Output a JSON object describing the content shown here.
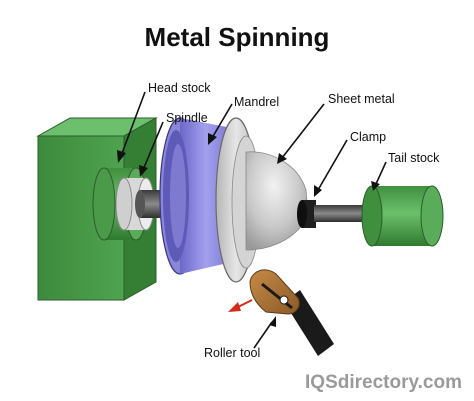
{
  "title": "Metal Spinning",
  "labels": {
    "head_stock": "Head stock",
    "spindle": "Spindle",
    "mandrel": "Mandrel",
    "sheet_metal": "Sheet metal",
    "clamp": "Clamp",
    "tail_stock": "Tail stock",
    "roller_tool": "Roller tool"
  },
  "watermark": "IQSdirectory.com",
  "colors": {
    "head_stock": "#4a9a4a",
    "mandrel": "#8a86d8",
    "sheet_metal": "#c9c9c9",
    "roller_tool": "#b07a3e",
    "direction_arrow": "#d42a1a"
  }
}
